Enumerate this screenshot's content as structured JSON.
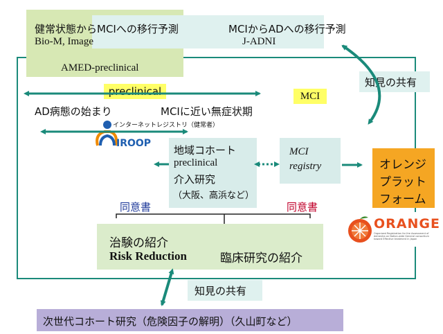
{
  "top_left": {
    "line1": "健常状態からMCIへの移行予測",
    "line2": "Bio-M, Image",
    "line3": "AMED-preclinical"
  },
  "top_right": {
    "line1": "MCIからADへの移行予測",
    "line2": "J-ADNI"
  },
  "share_top": "知見の共有",
  "preclinical_label": "preclinical",
  "mci_label": "MCI",
  "ad_start": "AD病態の始まり",
  "mci_near": "MCIに近い無症状期",
  "iroop": {
    "caption": "インターネットレジストリ（健常者）",
    "logo_text": "IROOP"
  },
  "regional": {
    "line1": "地域コホート",
    "line2": "preclinical",
    "line3": "介入研究",
    "line4": "（大阪、高浜など）"
  },
  "mci_registry": {
    "line1": "MCI",
    "line2": "registry"
  },
  "orange_platform": {
    "line1": "オレンジ",
    "line2": "プラット",
    "line3": "フォーム"
  },
  "orange_logo": {
    "title": "ORANGE",
    "subtitle": "Organized Registration for the Assessment of dementia on Nation-wide General consortium toward Effective treatment in Japan"
  },
  "consent_left": "同意書",
  "consent_right": "同意書",
  "trial": {
    "line1": "治験の紹介",
    "line2": "Risk Reduction",
    "line3": "臨床研究の紹介"
  },
  "share_bottom": "知見の共有",
  "next_cohort": "次世代コホート研究（危険因子の解明）（久山町など）",
  "colors": {
    "teal": "#1a8a7a",
    "orange": "#f5a623",
    "navy": "#1f3a9a",
    "red": "#c0002a"
  }
}
